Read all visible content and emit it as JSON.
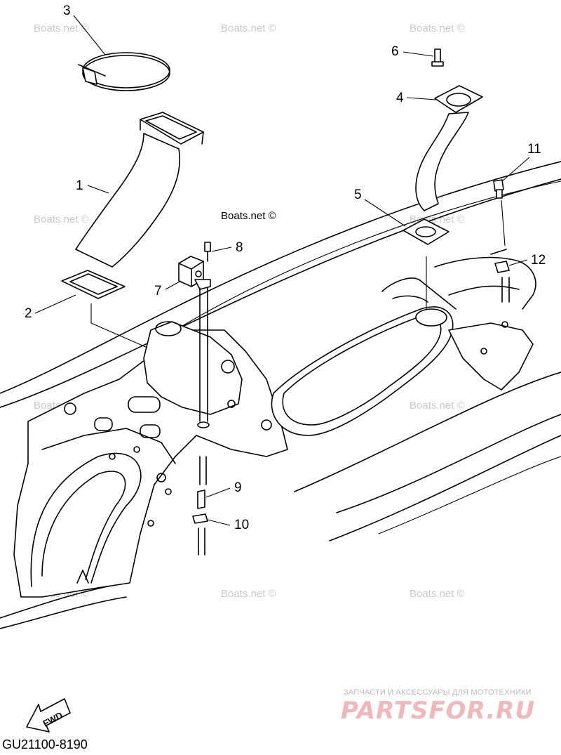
{
  "diagram": {
    "code": "GU21100-8190",
    "fwd_label": "FWD",
    "watermark": "Boats.net ©",
    "callouts": [
      "1",
      "2",
      "3",
      "4",
      "5",
      "6",
      "7",
      "8",
      "9",
      "10",
      "11",
      "12"
    ]
  },
  "banner": {
    "tagline": "ЗАПЧАСТИ И АКСЕССУАРЫ ДЛЯ МОТОТЕХНИКИ",
    "logo": "PARTSFOR.RU"
  }
}
